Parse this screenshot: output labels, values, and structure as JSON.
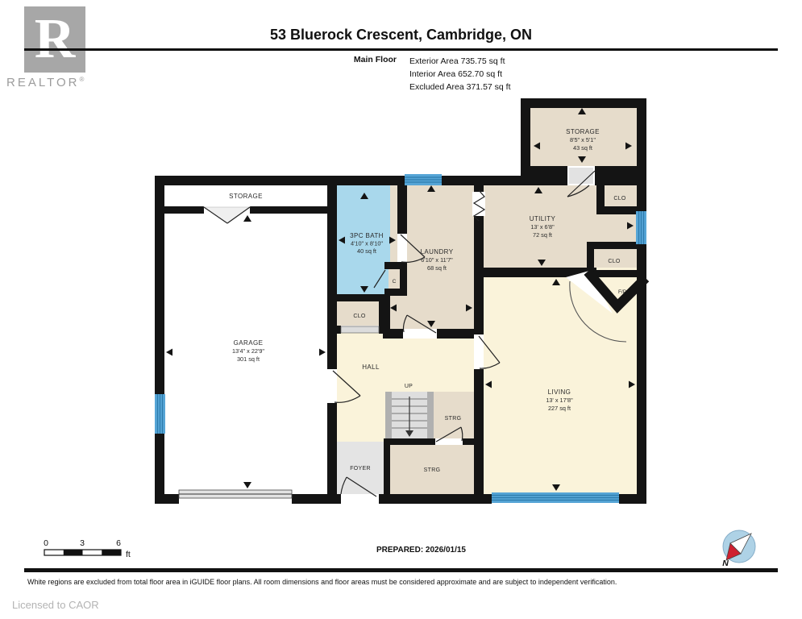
{
  "header": {
    "title": "53 Bluerock Crescent, Cambridge, ON",
    "floor_label": "Main Floor",
    "area_lines": {
      "exterior": "Exterior Area 735.75 sq ft",
      "interior": "Interior Area 652.70 sq ft",
      "excluded": "Excluded Area 371.57 sq ft"
    },
    "logo": {
      "letter": "R",
      "text": "REALTOR",
      "reg": "®"
    }
  },
  "rooms": {
    "storage_upper": {
      "name": "STORAGE",
      "dims": "8'5\" x 5'1\"",
      "area": "43 sq ft"
    },
    "garage_storage": {
      "name": "STORAGE"
    },
    "garage": {
      "name": "GARAGE",
      "dims": "13'4\" x 22'9\"",
      "area": "301 sq ft"
    },
    "bath": {
      "name": "3PC BATH",
      "dims": "4'10\" x 8'10\"",
      "area": "40 sq ft"
    },
    "laundry": {
      "name": "LAUNDRY",
      "dims": "6'10\" x 11'7\"",
      "area": "68 sq ft"
    },
    "utility": {
      "name": "UTILITY",
      "dims": "13' x 6'8\"",
      "area": "72 sq ft"
    },
    "living": {
      "name": "LIVING",
      "dims": "13' x 17'8\"",
      "area": "227 sq ft"
    },
    "hall": {
      "name": "HALL"
    },
    "up_label": "UP",
    "strg_mid": {
      "name": "STRG"
    },
    "strg_lower": {
      "name": "STRG"
    },
    "foyer": {
      "name": "FOYER"
    },
    "clo_top": {
      "name": "CLO"
    },
    "clo_right": {
      "name": "CLO"
    },
    "clo_hall": {
      "name": "CLO"
    },
    "closet_c": {
      "name": "C"
    },
    "fireplace": {
      "name": "F/P"
    }
  },
  "footer": {
    "scale_ticks": [
      "0",
      "3",
      "6"
    ],
    "scale_unit": "ft",
    "prepared": "PREPARED: 2026/01/15",
    "compass_label": "N",
    "disclaimer": "White regions are excluded from total floor area in iGUIDE floor plans. All room dimensions and floor areas must be considered approximate and are subject to independent verification.",
    "license": "Licensed to CAOR"
  },
  "colors": {
    "wall": "#141414",
    "room_beige": "#e6dccb",
    "room_cream": "#faf3da",
    "bath_blue": "#a9d8ec",
    "window_blue": "#56a5d6",
    "window_stripe": "#2d7cad",
    "foyer_gray": "#e4e4e4",
    "compass_red": "#cf2030",
    "compass_disc": "#aed2e6"
  }
}
